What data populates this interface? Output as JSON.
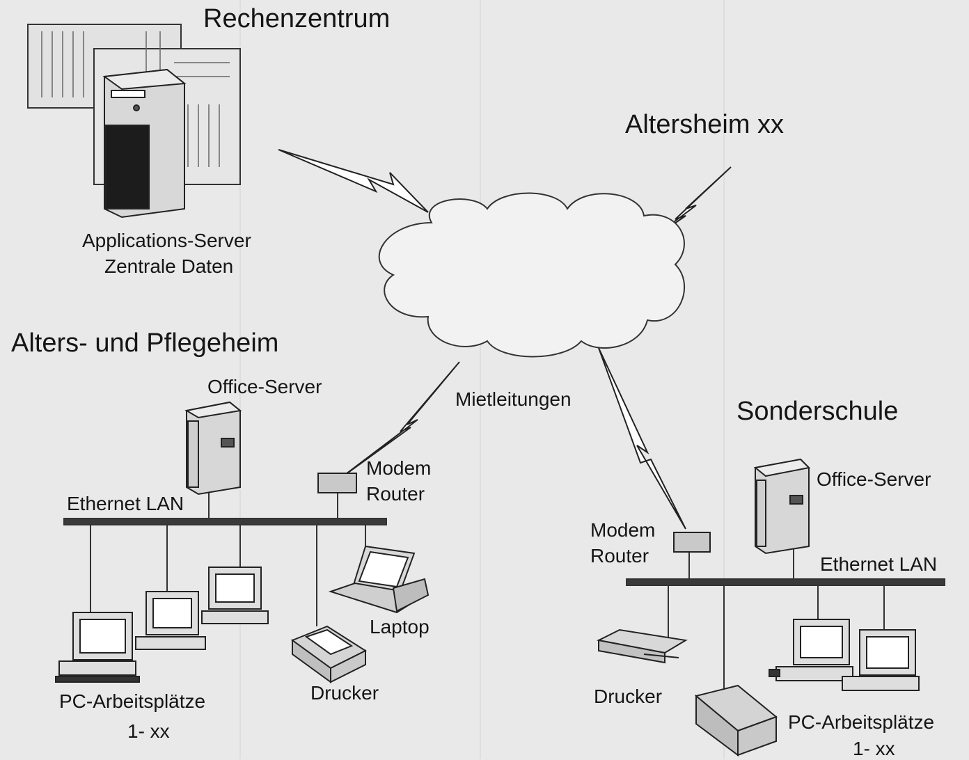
{
  "labels": {
    "rechenzentrum": "Rechenzentrum",
    "altersheim": "Altersheim xx",
    "app_server_1": "Applications-Server",
    "app_server_2": "Zentrale Daten",
    "alters_pflegeheim": "Alters- und Pflegeheim",
    "office_server_left": "Office-Server",
    "mietleitungen": "Mietleitungen",
    "sonderschule": "Sonderschule",
    "modem_left_1": "Modem",
    "modem_left_2": "Router",
    "ethernet_left": "Ethernet LAN",
    "office_server_right": "Office-Server",
    "modem_right_1": "Modem",
    "modem_right_2": "Router",
    "ethernet_right": "Ethernet LAN",
    "laptop": "Laptop",
    "drucker_left": "Drucker",
    "drucker_right": "Drucker",
    "pc_left_1": "PC-Arbeitsplätze",
    "pc_left_2": "1- xx",
    "pc_right_1": "PC-Arbeitsplätze",
    "pc_right_2": "1- xx"
  },
  "colors": {
    "line": "#222222",
    "device": "#d6d6d6",
    "cloud": "#eeeeee"
  }
}
